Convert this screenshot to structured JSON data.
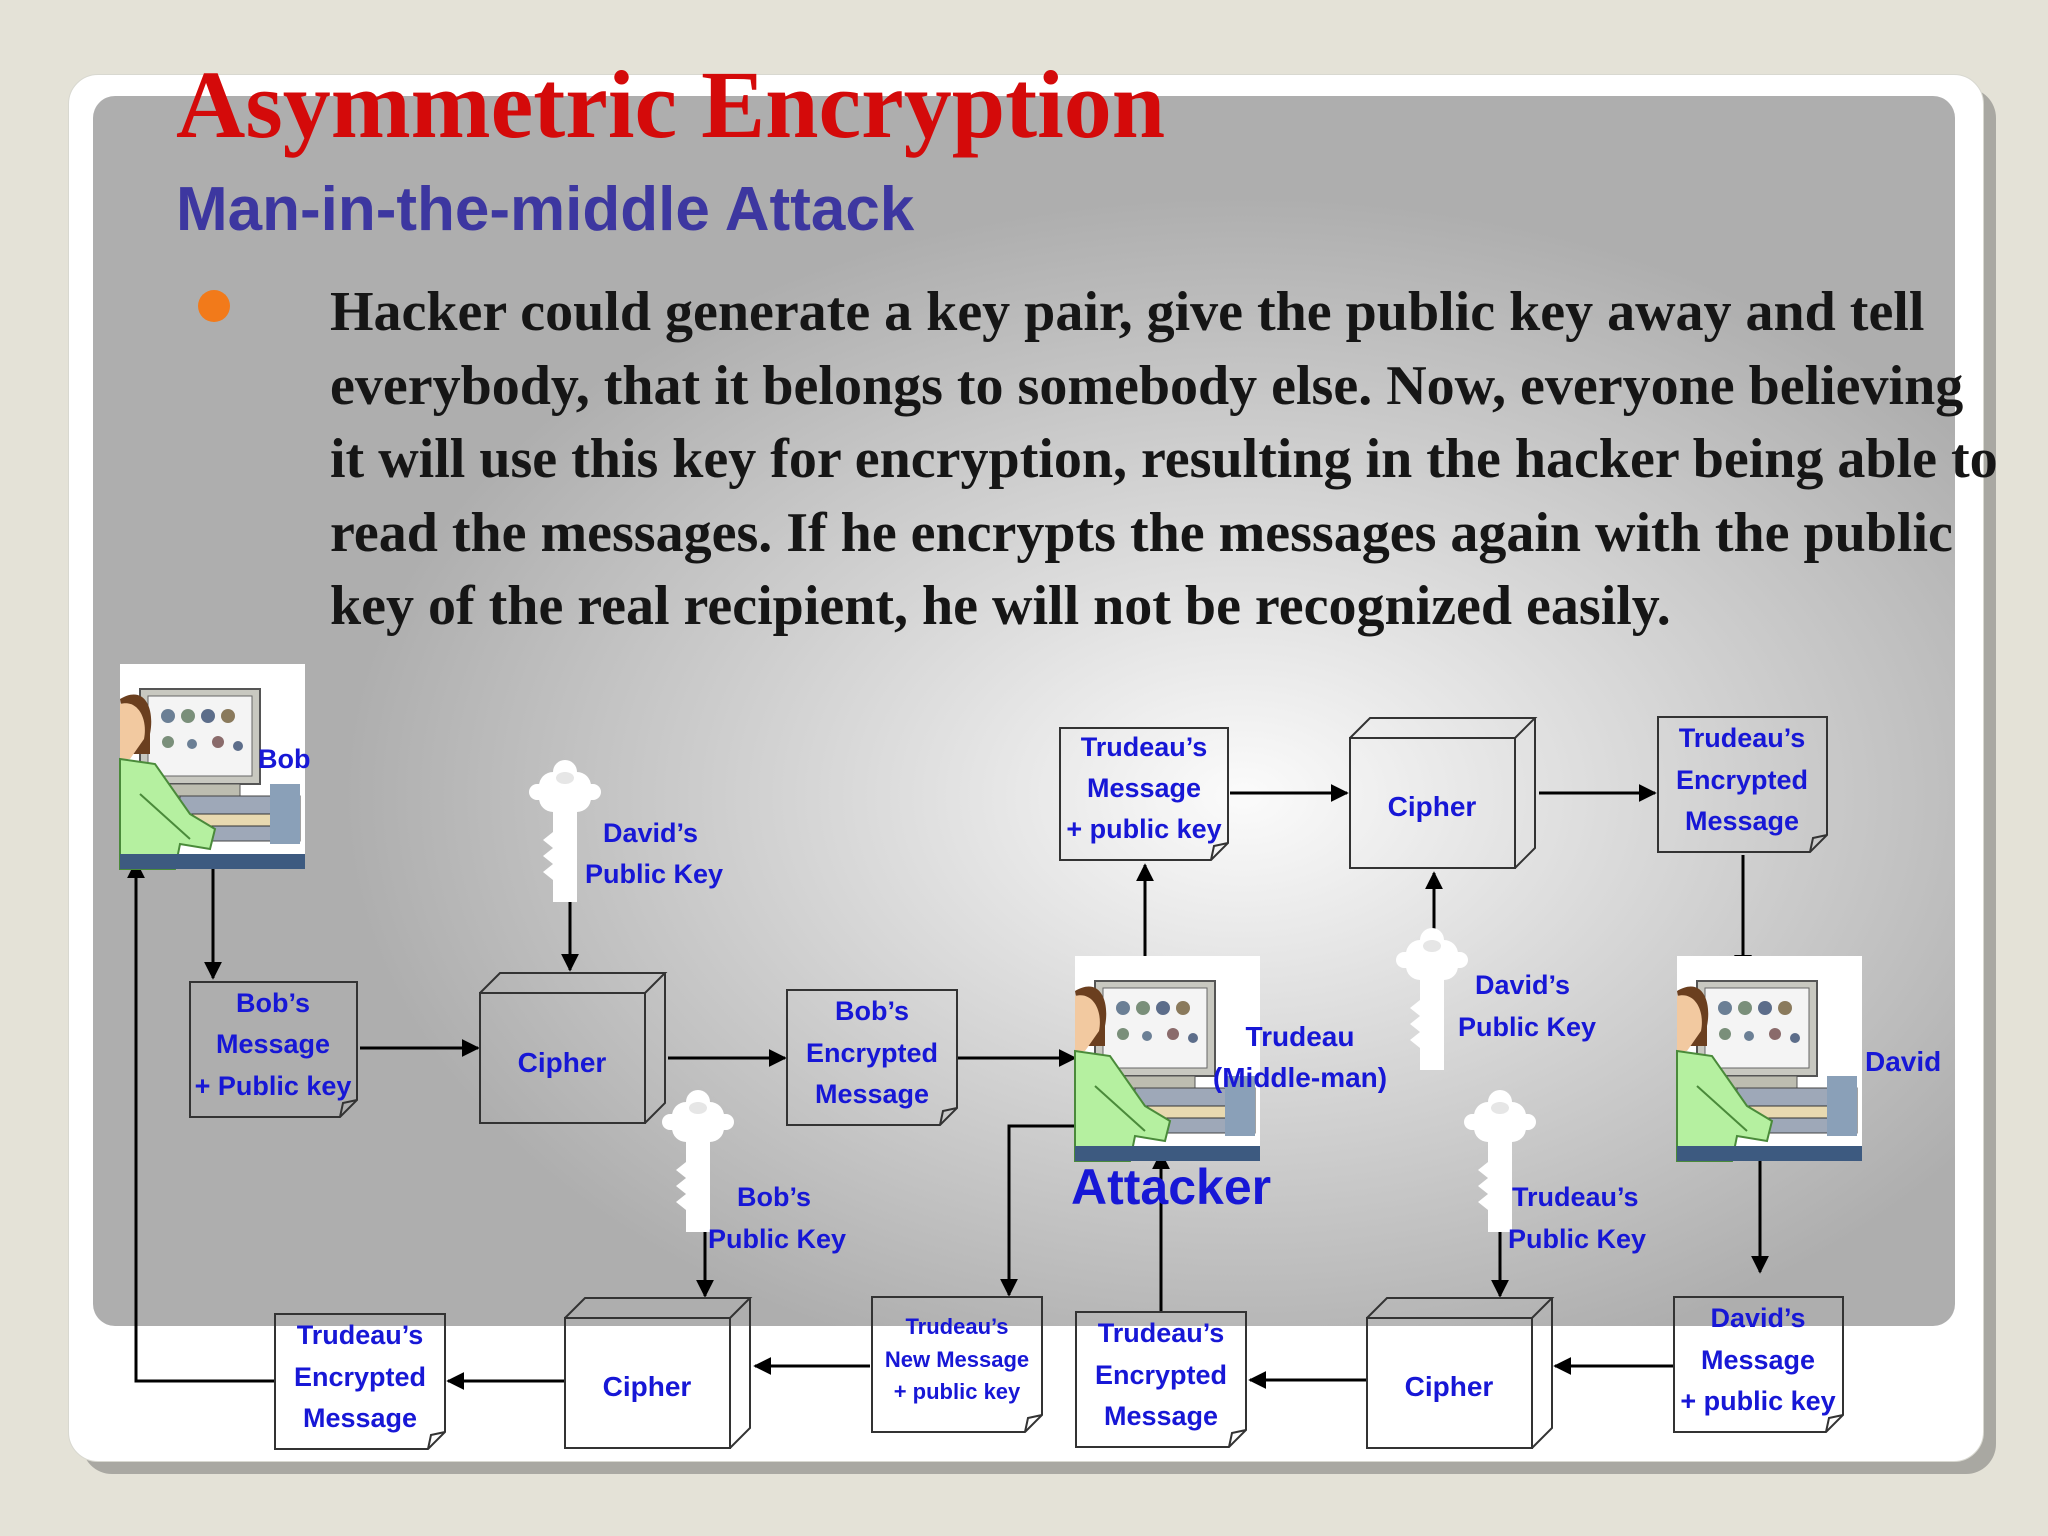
{
  "slide": {
    "title": "Asymmetric Encryption",
    "subtitle": "Man-in-the-middle Attack",
    "bullet": "Hacker could generate a key pair, give the public key away and tell everybody, that it belongs to somebody else. Now, everyone believing it will use this key for encryption, resulting in the hacker being able to read the messages. If he encrypts the messages again with the public key of the real recipient, he will not be recognized easily."
  },
  "diagram": {
    "bob_label": "Bob",
    "david_label": "David",
    "trudeau_label": [
      "Trudeau",
      "(Middle-man)"
    ],
    "attacker_label": "Attacker",
    "doc_bob_message": [
      "Bob’s",
      "Message",
      "+ Public key"
    ],
    "doc_bob_encrypted": [
      "Bob’s",
      "Encrypted",
      "Message"
    ],
    "doc_trudeau_message": [
      "Trudeau’s",
      "Message",
      "+ public key"
    ],
    "doc_trudeau_encrypted_top": [
      "Trudeau’s",
      "Encrypted",
      "Message"
    ],
    "doc_david_message": [
      "David’s",
      "Message",
      "+ public key"
    ],
    "doc_trudeau_encrypted_mid": [
      "Trudeau’s",
      "Encrypted",
      "Message"
    ],
    "doc_trudeau_new_message": [
      "Trudeau’s",
      "New Message",
      "+ public key"
    ],
    "doc_trudeau_encrypted_left": [
      "Trudeau’s",
      "Encrypted",
      "Message"
    ],
    "cipher_label": "Cipher",
    "key_david_1": [
      "David’s",
      "Public Key"
    ],
    "key_bob": [
      "Bob’s",
      "Public Key"
    ],
    "key_david_2": [
      "David’s",
      "Public Key"
    ],
    "key_trudeau": [
      "Trudeau’s",
      "Public Key"
    ]
  },
  "colors": {
    "title": "#d40a0a",
    "subtitle": "#3d37a0",
    "bullet": "#f27a1a",
    "diagram_text": "#1717d6",
    "body_text": "#161616"
  },
  "icons": [
    "computer-user-icon",
    "key-icon",
    "cipher-box-icon",
    "document-icon"
  ]
}
